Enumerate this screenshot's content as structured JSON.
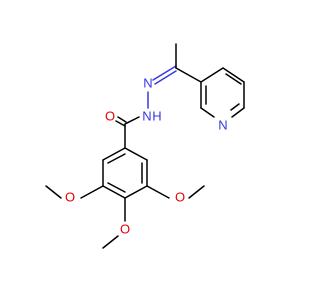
{
  "molecule": {
    "atoms": {
      "O_carbonyl": "O",
      "N_amide": "N",
      "N_imine": "N",
      "H_amide": "H",
      "N_pyridine": "N",
      "O_meta_left": "O",
      "O_para": "O",
      "O_meta_right": "O"
    },
    "colors": {
      "bond": "#000000",
      "nitrogen": "#3636e6",
      "oxygen": "#e60000"
    }
  }
}
